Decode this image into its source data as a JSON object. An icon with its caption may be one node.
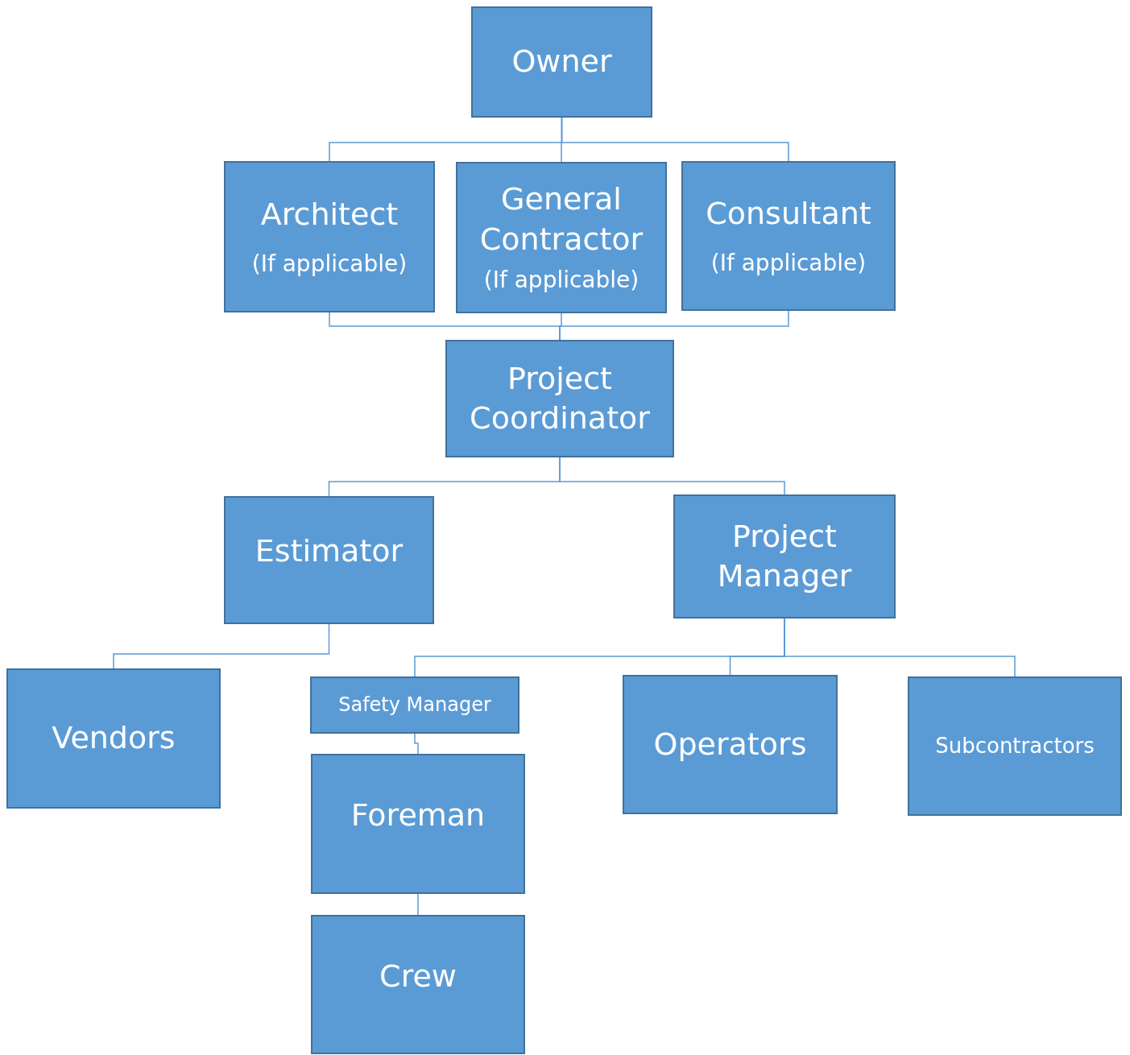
{
  "diagram": {
    "nodes": [
      {
        "text": [
          "Owner"
        ]
      },
      {
        "text": [
          "Architect",
          "(If applicable)"
        ]
      },
      {
        "text": [
          "General Contractor",
          "(If applicable)"
        ]
      },
      {
        "text": [
          "Consultant",
          "(If applicable)"
        ]
      },
      {
        "text": [
          "Project Coordinator"
        ]
      },
      {
        "text": [
          "Estimator"
        ]
      },
      {
        "text": [
          "Project Manager"
        ]
      },
      {
        "text": [
          "Vendors"
        ]
      },
      {
        "text": [
          "Safety Manager"
        ]
      },
      {
        "text": [
          "Operators"
        ]
      },
      {
        "text": [
          "Subcontractors"
        ]
      },
      {
        "text": [
          "Foreman"
        ]
      },
      {
        "text": [
          "Crew"
        ]
      }
    ],
    "edges": [
      {
        "from": 0,
        "to": 1,
        "arrow": "none"
      },
      {
        "from": 0,
        "to": 2,
        "arrow": "none"
      },
      {
        "from": 0,
        "to": 3,
        "arrow": "none"
      },
      {
        "from": 1,
        "to": 4,
        "arrow": "none"
      },
      {
        "from": 2,
        "to": 4,
        "arrow": "none"
      },
      {
        "from": 3,
        "to": 4,
        "arrow": "none"
      },
      {
        "from": 4,
        "to": 5,
        "arrow": "none"
      },
      {
        "from": 4,
        "to": 6,
        "arrow": "none"
      },
      {
        "from": 5,
        "to": 7,
        "arrow": "none"
      },
      {
        "from": 6,
        "to": 8,
        "arrow": "none"
      },
      {
        "from": 6,
        "to": 9,
        "arrow": "none"
      },
      {
        "from": 6,
        "to": 10,
        "arrow": "none"
      },
      {
        "from": 8,
        "to": 11,
        "arrow": "none"
      },
      {
        "from": 11,
        "to": 12,
        "arrow": "none"
      }
    ]
  }
}
